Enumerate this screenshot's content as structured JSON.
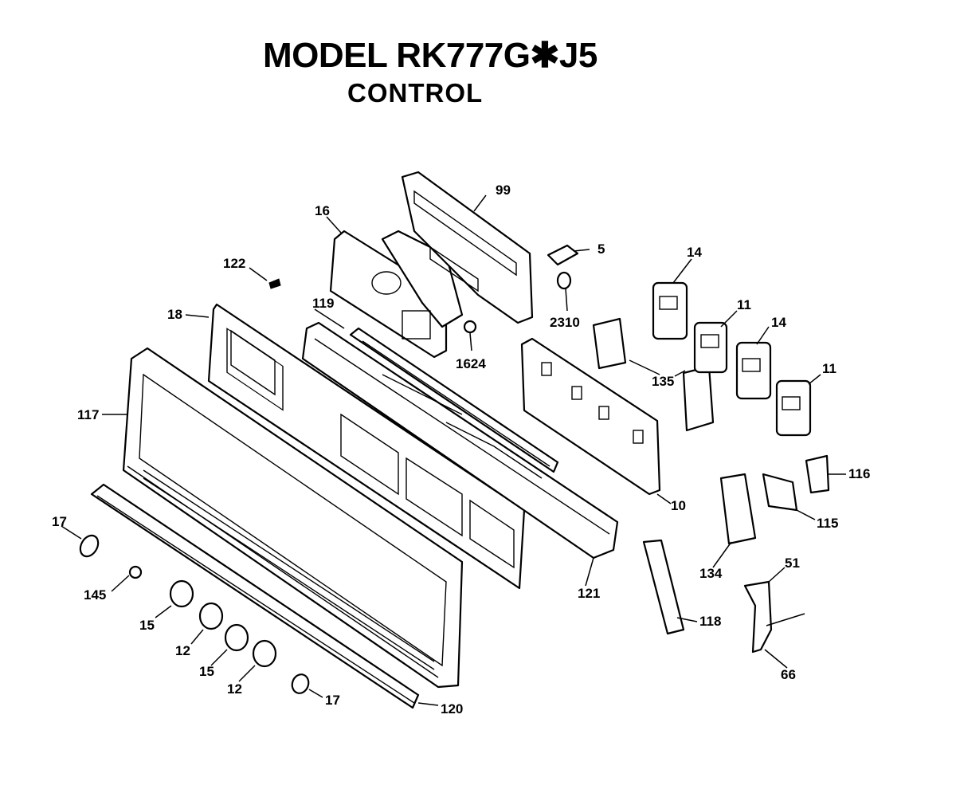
{
  "title": "MODEL RK777G✱J5",
  "subtitle": "CONTROL",
  "callouts": {
    "c99": "99",
    "c16": "16",
    "c5": "5",
    "c14a": "14",
    "c14b": "14",
    "c11a": "11",
    "c11b": "11",
    "c122": "122",
    "c18": "18",
    "c119": "119",
    "c2310": "2310",
    "c1624": "1624",
    "c135": "135",
    "c117": "117",
    "c10": "10",
    "c116": "116",
    "c115": "115",
    "c134": "134",
    "c121": "121",
    "c51": "51",
    "c118": "118",
    "c66": "66",
    "c17a": "17",
    "c145": "145",
    "c15a": "15",
    "c12a": "12",
    "c15b": "15",
    "c12b": "12",
    "c17b": "17",
    "c120": "120"
  }
}
